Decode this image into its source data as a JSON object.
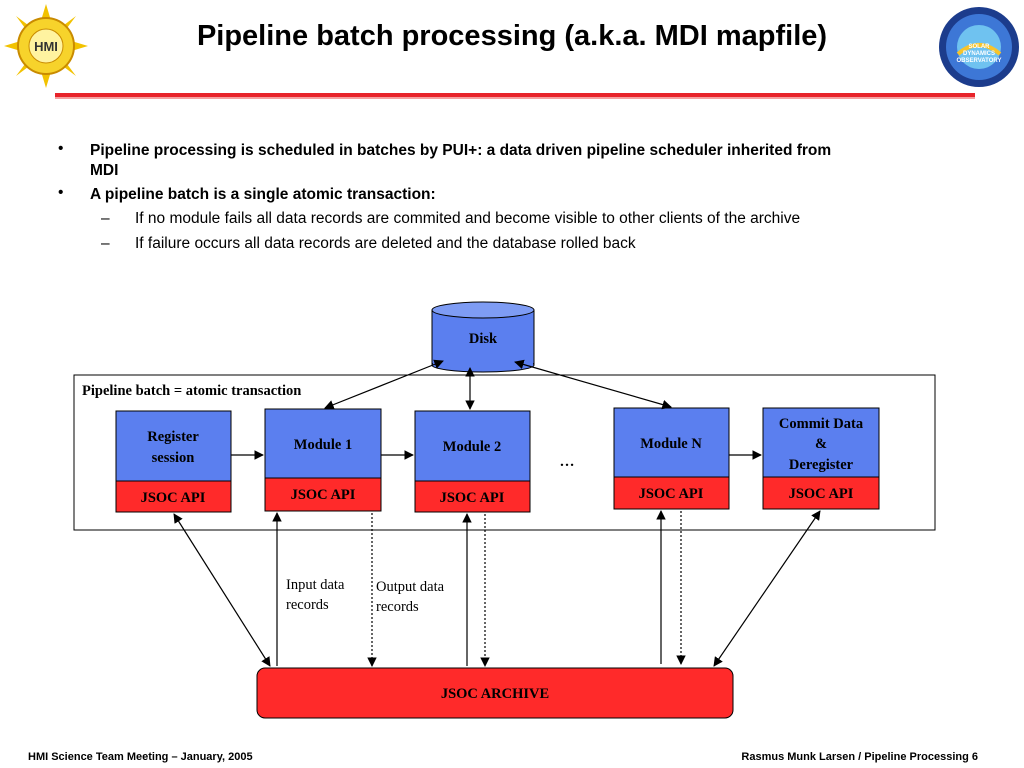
{
  "slide": {
    "title": "Pipeline batch processing (a.k.a. MDI mapfile)"
  },
  "logos": {
    "left": {
      "icon": "hmi-logo",
      "text": "HMI"
    },
    "right": {
      "icon": "sdo-logo",
      "line1": "SOLAR",
      "line2": "DYNAMICS",
      "line3": "OBSERVATORY"
    }
  },
  "bullets": {
    "b1_line1": "Pipeline processing is scheduled in batches by PUI+: a data driven pipeline scheduler inherited from",
    "b1_line2": "MDI",
    "b2": "A pipeline batch is a single atomic transaction:",
    "sub1": "If no module fails all data records are commited and become visible to other clients of the archive",
    "sub2": "If failure occurs all data records are deleted and the database rolled back",
    "bullet_char": "•",
    "dash_char": "–"
  },
  "diagram": {
    "disk": "Disk",
    "batch_label": "Pipeline batch = atomic transaction",
    "register_line1": "Register",
    "register_line2": "session",
    "module1": "Module 1",
    "module2": "Module 2",
    "ellipsis": "…",
    "moduleN": "Module N",
    "commit_line1": "Commit Data",
    "commit_line2": "&",
    "commit_line3": "Deregister",
    "api": "JSOC API",
    "input_line1": "Input data",
    "input_line2": "records",
    "output_line1": "Output data",
    "output_line2": "records",
    "archive": "JSOC ARCHIVE"
  },
  "colors": {
    "box_blue": "#5B7FEF",
    "api_red": "#FF2A2A",
    "rule_red": "#E8232A"
  },
  "footer": {
    "left": "HMI Science Team Meeting – January, 2005",
    "right": "Rasmus Munk Larsen / Pipeline Processing 6"
  }
}
